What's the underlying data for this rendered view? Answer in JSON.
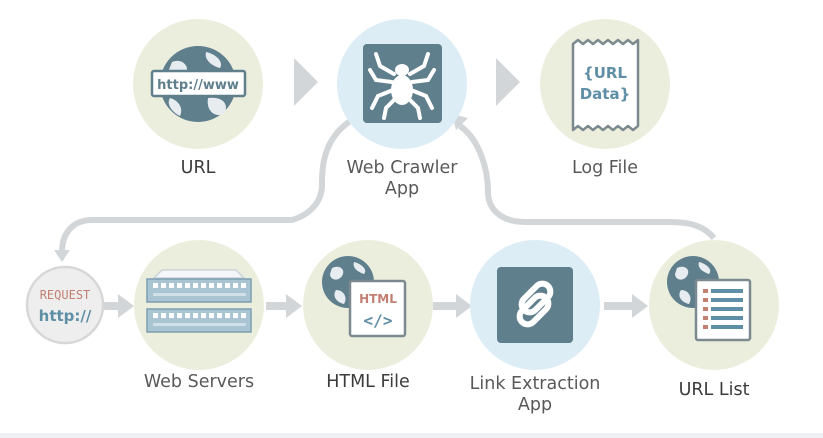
{
  "nodes": {
    "url": {
      "label": "URL",
      "badge": "http://www"
    },
    "crawler": {
      "label_line1": "Web Crawler",
      "label_line2": "App"
    },
    "logfile": {
      "label": "Log File",
      "text_line1": "{URL",
      "text_line2": "Data}"
    },
    "request": {
      "line1": "REQUEST",
      "line2": "http://"
    },
    "webservers": {
      "label": "Web Servers"
    },
    "htmlfile": {
      "label": "HTML File",
      "tag": "HTML",
      "code": "</>"
    },
    "linkext": {
      "label_line1": "Link Extraction",
      "label_line2": "App"
    },
    "urllist": {
      "label": "URL List"
    }
  },
  "colors": {
    "circle_beige": "#eceedd",
    "circle_blue": "#dcedf5",
    "slate": "#5f7f8d",
    "arrow": "#cfd2d4",
    "request_red": "#c27f72",
    "request_blue": "#5f8fa6"
  }
}
